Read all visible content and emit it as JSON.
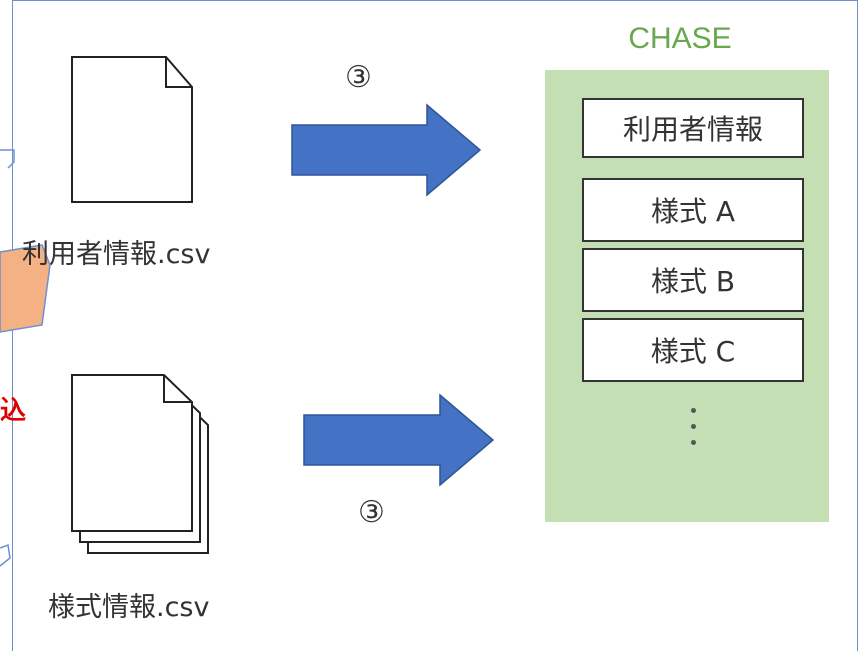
{
  "files": {
    "user_info_label": "利用者情報.csv",
    "form_info_label": "様式情報.csv"
  },
  "steps": {
    "top": "③",
    "bottom": "③"
  },
  "chase": {
    "title": "CHASE",
    "items": [
      "利用者情報",
      "様式 A",
      "様式 B",
      "様式 C"
    ],
    "more": "⋮"
  },
  "partial_red_text": "込",
  "colors": {
    "arrow_fill": "#4472c4",
    "chase_panel": "#c5dfb4",
    "chase_title": "#6aa84f",
    "callout_fill": "#f4b183",
    "red_text": "#e00000",
    "frame": "#6f8fd0"
  }
}
